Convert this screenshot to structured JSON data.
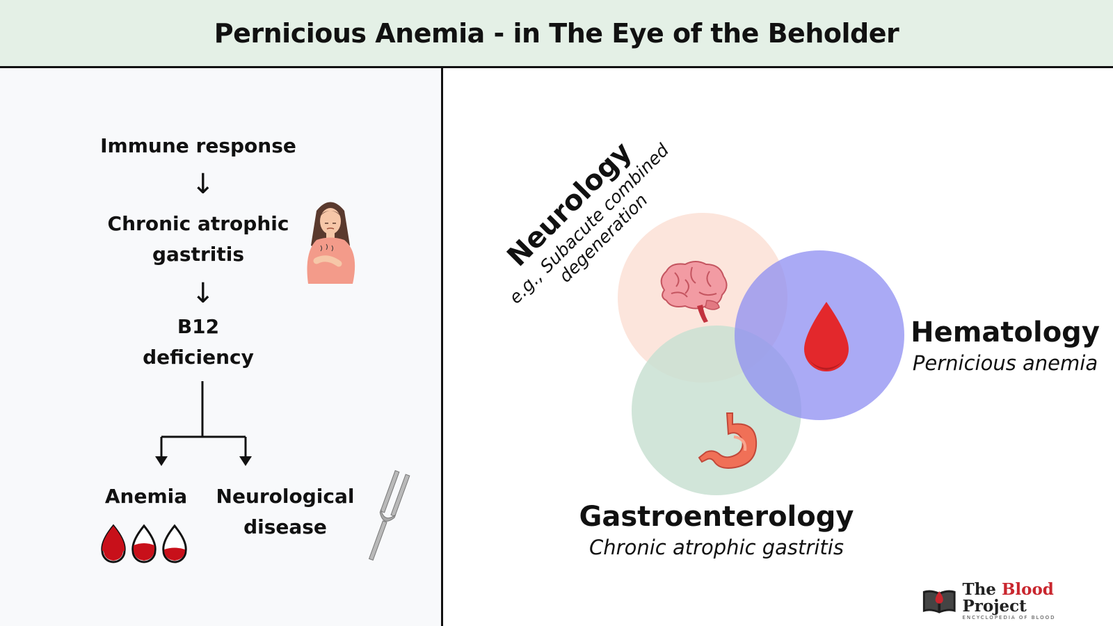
{
  "title": "Pernicious Anemia - in The Eye of the Beholder",
  "flow": {
    "step1": "Immune response",
    "step2_line1": "Chronic atrophic",
    "step2_line2": "gastritis",
    "step3_line1": "B12",
    "step3_line2": "deficiency",
    "branch_left": "Anemia",
    "branch_right_line1": "Neurological",
    "branch_right_line2": "disease"
  },
  "venn": {
    "neurology": {
      "title": "Neurology",
      "sub_line1": "e.g., Subacute combined",
      "sub_line2": "degeneration",
      "color": "#fbe1d6"
    },
    "hematology": {
      "title": "Hematology",
      "sub": "Pernicious anemia",
      "color": "#a3a2f4"
    },
    "gastro": {
      "title": "Gastroenterology",
      "sub": "Chronic atrophic gastritis",
      "color": "#c9e0d2"
    }
  },
  "icons": {
    "woman": "woman-stomach-ache-icon",
    "blood_drops": "blood-drops-icon",
    "tuning_fork": "tuning-fork-icon",
    "brain": "brain-icon",
    "blood_drop": "blood-drop-icon",
    "stomach": "stomach-icon",
    "logo_book": "book-icon"
  },
  "logo": {
    "the": "The",
    "blood": "Blood",
    "project": "Project",
    "tagline": "ENCYCLOPEDIA OF BLOOD"
  }
}
